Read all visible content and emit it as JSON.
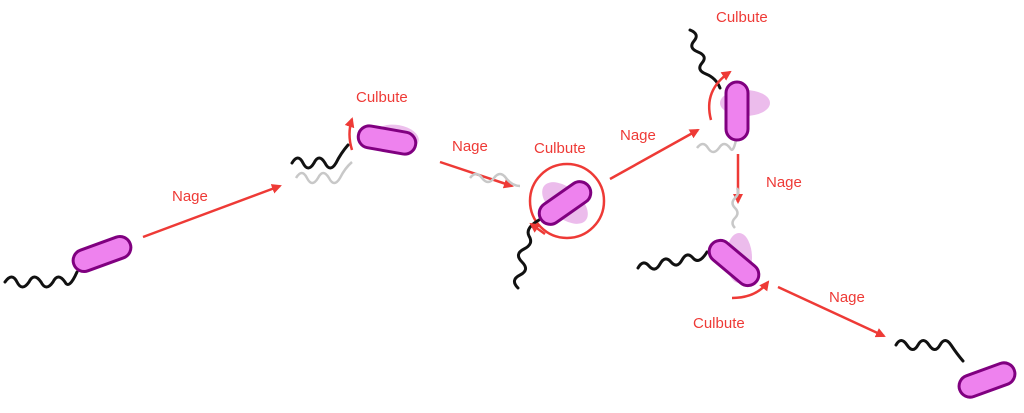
{
  "colors": {
    "arrow": "#ee3a36",
    "label": "#ee3a36",
    "body_fill": "#ee82ee",
    "body_stroke": "#800080",
    "ghost_fill": "#e9b0e9",
    "ghost_flagellum": "#c8c8c8",
    "flagellum": "#111111"
  },
  "labels": {
    "swim_1": "Nage",
    "tumble_1": "Culbute",
    "swim_2": "Nage",
    "tumble_2": "Culbute",
    "swim_3": "Nage",
    "tumble_3": "Culbute",
    "swim_4": "Nage",
    "tumble_4": "Culbute",
    "swim_5": "Nage"
  }
}
